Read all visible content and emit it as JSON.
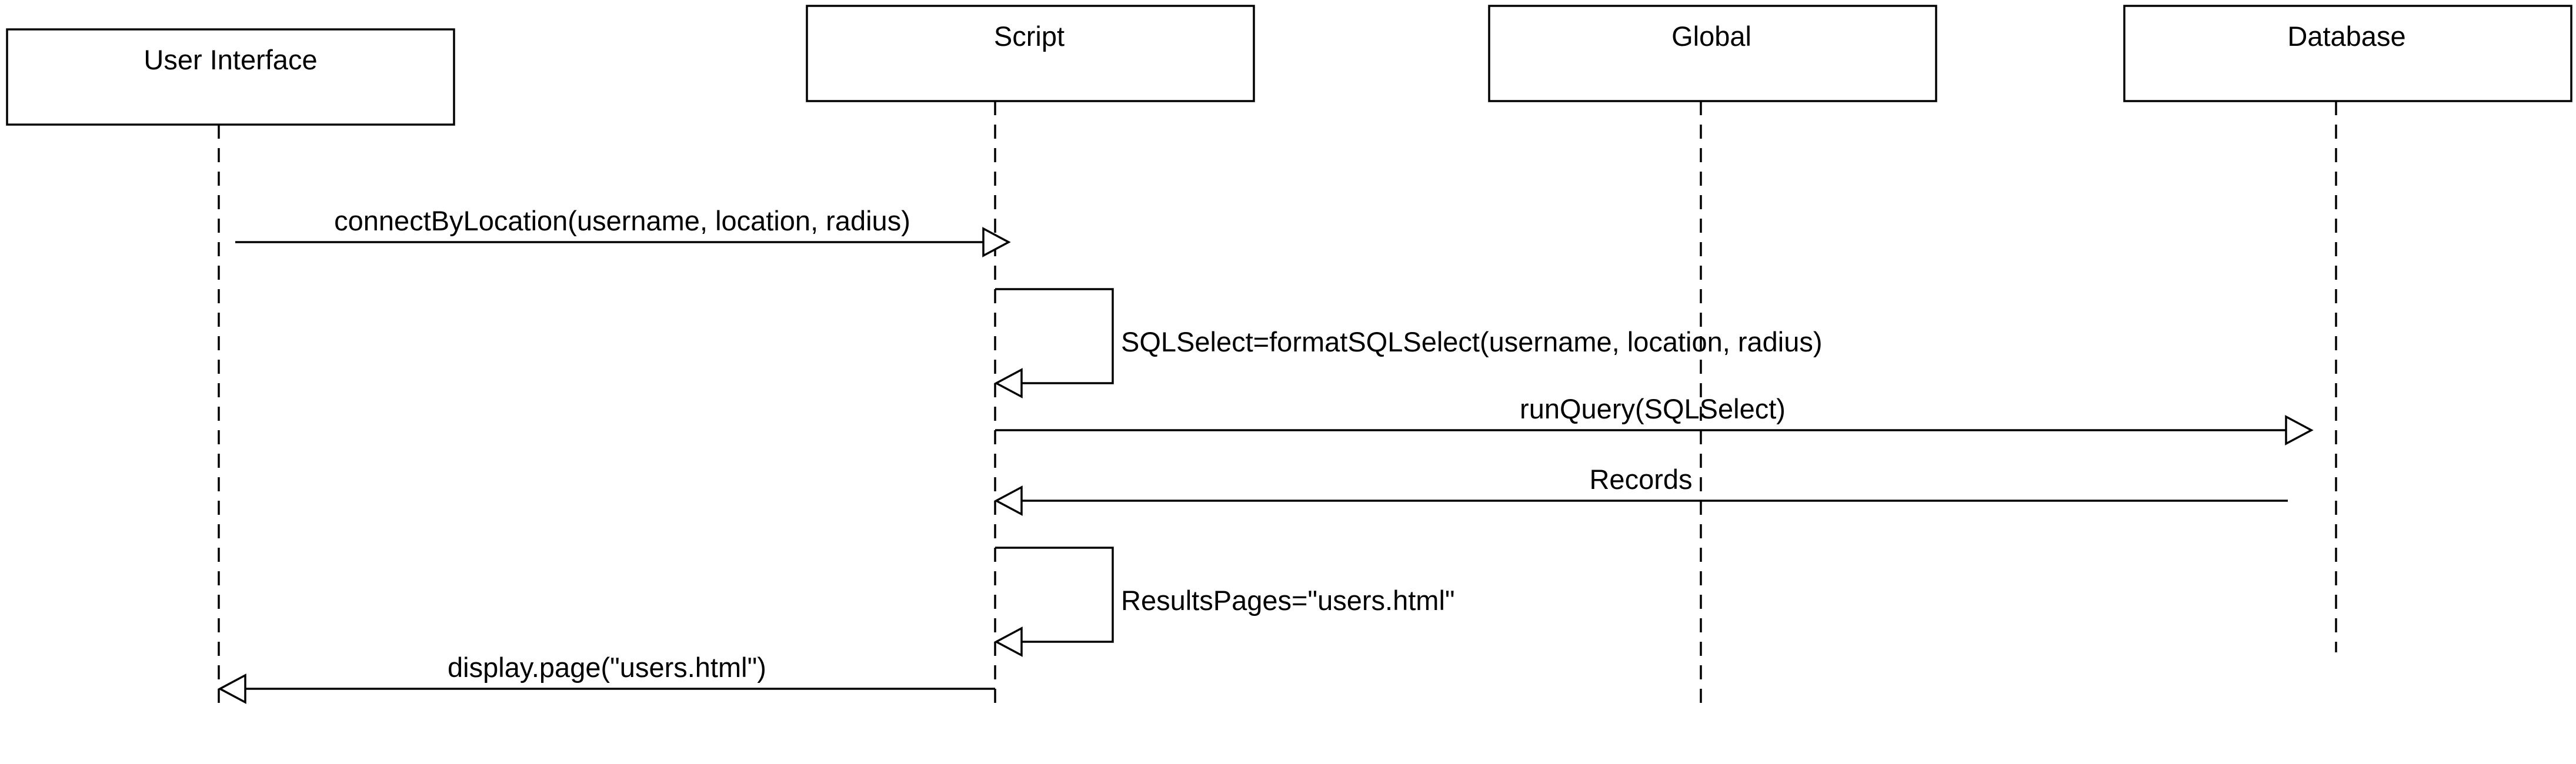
{
  "diagram": {
    "type": "sequence",
    "participants": [
      {
        "id": "ui",
        "label": "User Interface"
      },
      {
        "id": "script",
        "label": "Script"
      },
      {
        "id": "global",
        "label": "Global"
      },
      {
        "id": "database",
        "label": "Database"
      }
    ],
    "messages": [
      {
        "id": "m1",
        "from": "ui",
        "to": "script",
        "label": "connectByLocation(username, location, radius)"
      },
      {
        "id": "m2",
        "from": "script",
        "to": "script",
        "label": "SQLSelect=formatSQLSelect(username, location, radius)"
      },
      {
        "id": "m3",
        "from": "script",
        "to": "database",
        "label": "runQuery(SQLSelect)"
      },
      {
        "id": "m4",
        "from": "database",
        "to": "script",
        "label": "Records"
      },
      {
        "id": "m5",
        "from": "script",
        "to": "script",
        "label": "ResultsPages=\"users.html\""
      },
      {
        "id": "m6",
        "from": "script",
        "to": "ui",
        "label": "display.page(\"users.html\")"
      }
    ]
  }
}
